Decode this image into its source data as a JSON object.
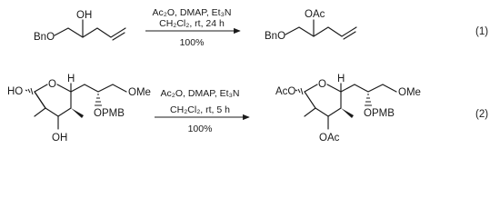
{
  "reaction_1": {
    "reactant": {
      "oh_label": "OH",
      "bno_label": "BnO"
    },
    "product": {
      "oac_label": "OAc",
      "bno_label": "BnO"
    },
    "conditions": {
      "reagents": "Ac₂O, DMAP, Et₃N",
      "solvent": "CH₂Cl₂, rt, 24 h",
      "yield": "100%"
    },
    "equation_number": "(1)"
  },
  "reaction_2": {
    "reactant": {
      "ho_label": "HO",
      "ring_o_label": "O",
      "h_label": "H",
      "ome_label": "OMe",
      "opmb_label": "OPMB",
      "oh_label": "OH"
    },
    "product": {
      "aco_label": "AcO",
      "ring_o_label": "O",
      "h_label": "H",
      "ome_label": "OMe",
      "opmb_label": "OPMB",
      "oac_label": "OAc"
    },
    "conditions": {
      "reagents": "Ac₂O, DMAP, Et₃N",
      "solvent": "CH₂Cl₂, rt, 5 h",
      "yield": "100%"
    },
    "equation_number": "(2)"
  }
}
